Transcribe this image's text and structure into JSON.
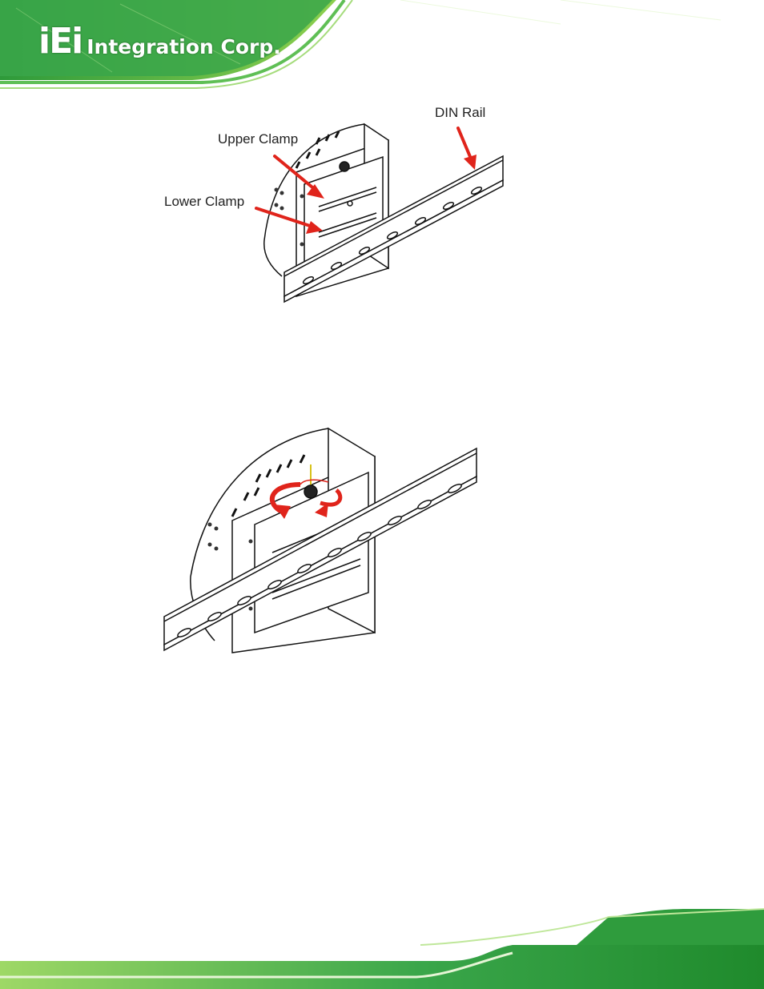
{
  "header": {
    "logo_mark": "iEi",
    "logo_text": "Integration Corp.",
    "colors": {
      "green_dark": "#1f8a2c",
      "green_light": "#8bd24a"
    }
  },
  "figure1": {
    "labels": {
      "upper_clamp": "Upper Clamp",
      "lower_clamp": "Lower Clamp",
      "din_rail": "DIN Rail"
    },
    "arrow_color": "#e0241b"
  },
  "figure2": {
    "arrow_color": "#e0241b",
    "icon": "rotate-screw-icon"
  }
}
